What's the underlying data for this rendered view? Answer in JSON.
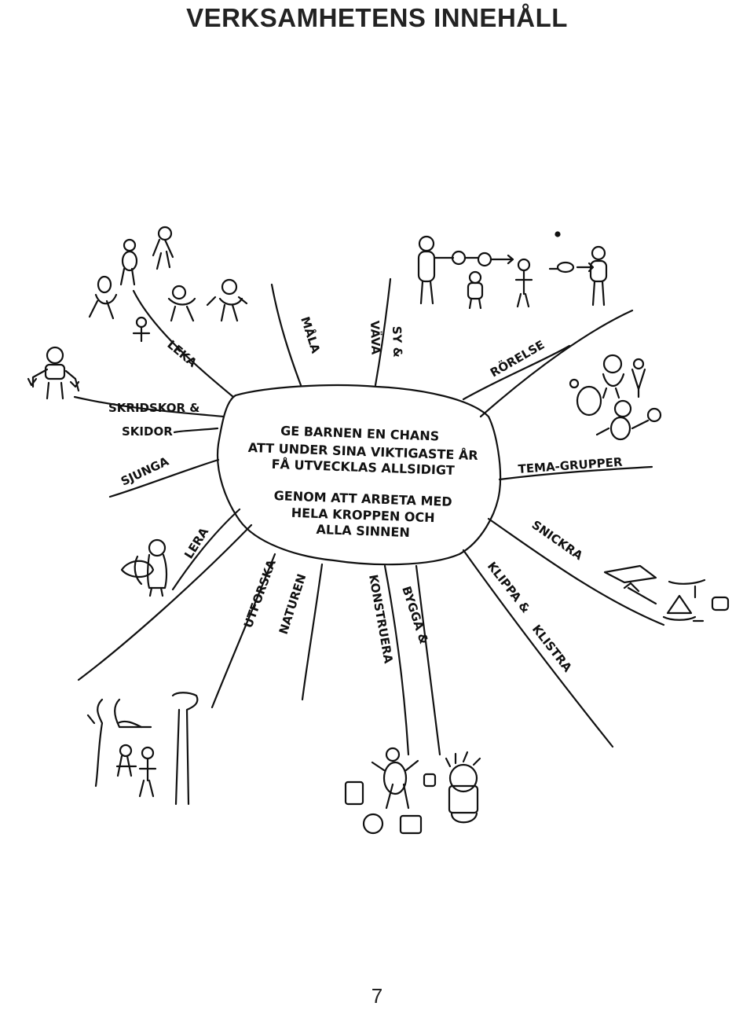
{
  "page": {
    "title": "VERKSAMHETENS INNEHÅLL",
    "page_number": "7"
  },
  "center": {
    "lines": [
      "GE BARNEN EN CHANS",
      "ATT UNDER SINA VIKTIGASTE ÅR",
      "FÅ UTVECKLAS  ALLSIDIGT",
      "GENOM ATT ARBETA MED",
      "HELA KROPPEN OCH",
      "ALLA SINNEN"
    ]
  },
  "activities": {
    "leka": "LEKA",
    "mala": "MÅLA",
    "vava": "VÄVA",
    "sy": "SY &",
    "rorelse": "RÖRELSE",
    "skridskor": "SKRIDSKOR &",
    "skidor": "SKIDOR",
    "sjunga": "SJUNGA",
    "lera": "LERA",
    "tema_grupper": "TEMA-GRUPPER",
    "snickra": "SNICKRA",
    "klippa": "KLIPPA &",
    "klistra": "KLISTRA",
    "bygga": "BYGGA &",
    "konstruera": "KONSTRUERA",
    "utforska": "UTFORSKA",
    "naturen": "NATUREN"
  },
  "illustrations": [
    "children-playing-drawing",
    "children-ball-game-drawing",
    "child-skiing-drawing",
    "children-theme-group-drawing",
    "child-with-clay-drawing",
    "woodwork-tools-drawing",
    "children-nature-drawing",
    "children-building-blocks-drawing"
  ]
}
